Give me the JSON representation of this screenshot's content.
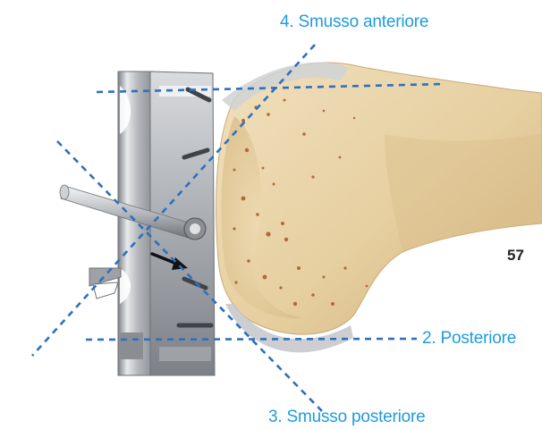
{
  "labels": {
    "smusso_anteriore": "4. Smusso anteriore",
    "posteriore": "2. Posteriore",
    "smusso_posteriore": "3. Smusso posteriore"
  },
  "page_number": "57",
  "colors": {
    "label_text": "#1e9be0",
    "cut_line": "#2e6fbf",
    "bone": "#e8d3a8",
    "bone_shadow": "#c9aa76",
    "bone_pore": "#b06a38",
    "metal": "#b9bcc0",
    "metal_dark": "#6e7277",
    "metal_light": "#e9ebed"
  },
  "icons": {
    "femur": "bone-icon",
    "cutting_block": "cutting-guide-icon",
    "pin": "pin-icon",
    "arrow": "arrow-icon"
  }
}
